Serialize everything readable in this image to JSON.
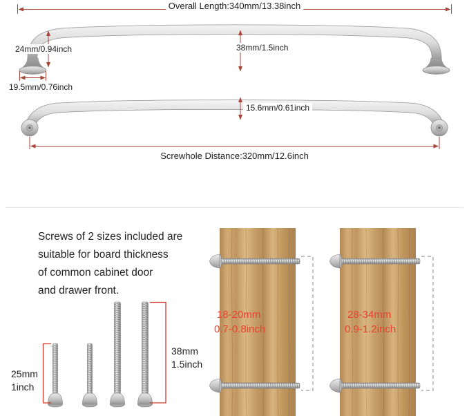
{
  "colors": {
    "dimension_line": "#a94438",
    "bracket_red": "#d63c2a",
    "red_text": "#e8432e",
    "text": "#222222",
    "wood": "#c69e68",
    "metal": "#c9c9c9"
  },
  "handle_diagram": {
    "overall_length": "Overall Length:340mm/13.38inch",
    "end_height": "24mm/0.94inch",
    "projection": "38mm/1.5inch",
    "base_width": "19.5mm/0.76inch",
    "bar_thickness": "15.6mm/0.61inch",
    "screwhole_distance": "Screwhole Distance:320mm/12.6inch"
  },
  "screws_section": {
    "description_lines": [
      "Screws of 2 sizes included are",
      "suitable for board thickness",
      "of common cabinet door",
      "and drawer front."
    ],
    "short_screw": {
      "mm": "25mm",
      "inch": "1inch"
    },
    "long_screw": {
      "mm": "38mm",
      "inch": "1.5inch"
    },
    "thin_board": {
      "mm": "18-20mm",
      "inch": "0.7-0.8inch"
    },
    "thick_board": {
      "mm": "28-34mm",
      "inch": "0.9-1.2inch"
    }
  }
}
